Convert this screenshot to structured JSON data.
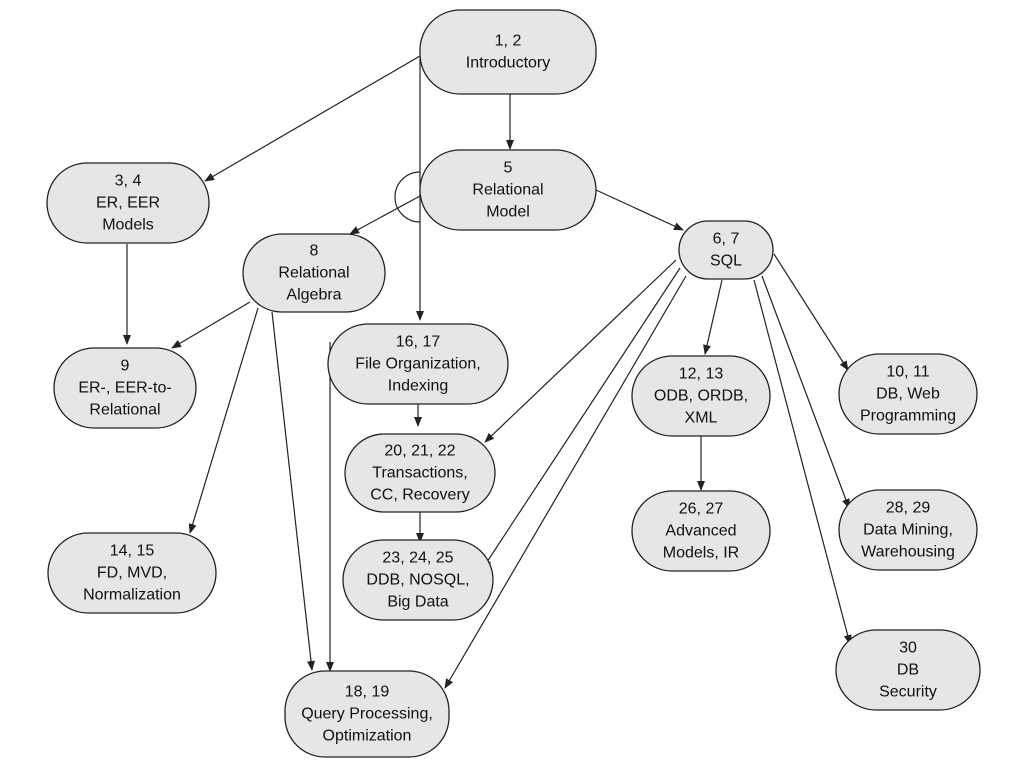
{
  "nodes": [
    {
      "id": "n1",
      "lines": [
        "1, 2",
        "Introductory"
      ]
    },
    {
      "id": "n5",
      "lines": [
        "5",
        "Relational",
        "Model"
      ]
    },
    {
      "id": "n3",
      "lines": [
        "3, 4",
        "ER, EER",
        "Models"
      ]
    },
    {
      "id": "n8",
      "lines": [
        "8",
        "Relational",
        "Algebra"
      ]
    },
    {
      "id": "n6",
      "lines": [
        "6, 7",
        "SQL"
      ]
    },
    {
      "id": "n9",
      "lines": [
        "9",
        "ER-, EER-to-",
        "Relational"
      ]
    },
    {
      "id": "n16",
      "lines": [
        "16, 17",
        "File Organization,",
        "Indexing"
      ]
    },
    {
      "id": "n12",
      "lines": [
        "12, 13",
        "ODB, ORDB,",
        "XML"
      ]
    },
    {
      "id": "n10",
      "lines": [
        "10, 11",
        "DB, Web",
        "Programming"
      ]
    },
    {
      "id": "n20",
      "lines": [
        "20, 21, 22",
        "Transactions,",
        "CC, Recovery"
      ]
    },
    {
      "id": "n26",
      "lines": [
        "26, 27",
        "Advanced",
        "Models, IR"
      ]
    },
    {
      "id": "n28",
      "lines": [
        "28, 29",
        "Data Mining,",
        "Warehousing"
      ]
    },
    {
      "id": "n14",
      "lines": [
        "14, 15",
        "FD, MVD,",
        "Normalization"
      ]
    },
    {
      "id": "n23",
      "lines": [
        "23, 24, 25",
        "DDB, NOSQL,",
        "Big Data"
      ]
    },
    {
      "id": "n30",
      "lines": [
        "30",
        "DB",
        "Security"
      ]
    },
    {
      "id": "n18",
      "lines": [
        "18, 19",
        "Query Processing,",
        "Optimization"
      ]
    }
  ],
  "edges": [
    {
      "from": "n1",
      "to": "n5"
    },
    {
      "from": "n1",
      "to": "n3"
    },
    {
      "from": "n1",
      "to": "n16"
    },
    {
      "from": "n5",
      "to": "n8"
    },
    {
      "from": "n5",
      "to": "n6"
    },
    {
      "from": "n3",
      "to": "n9"
    },
    {
      "from": "n8",
      "to": "n9"
    },
    {
      "from": "n8",
      "to": "n14"
    },
    {
      "from": "n8",
      "to": "n18"
    },
    {
      "from": "n16",
      "to": "n20"
    },
    {
      "from": "n16",
      "to": "n18"
    },
    {
      "from": "n20",
      "to": "n23"
    },
    {
      "from": "n6",
      "to": "n20"
    },
    {
      "from": "n6",
      "to": "n23"
    },
    {
      "from": "n6",
      "to": "n18"
    },
    {
      "from": "n6",
      "to": "n12"
    },
    {
      "from": "n6",
      "to": "n10"
    },
    {
      "from": "n6",
      "to": "n28"
    },
    {
      "from": "n6",
      "to": "n30"
    },
    {
      "from": "n12",
      "to": "n26"
    }
  ]
}
